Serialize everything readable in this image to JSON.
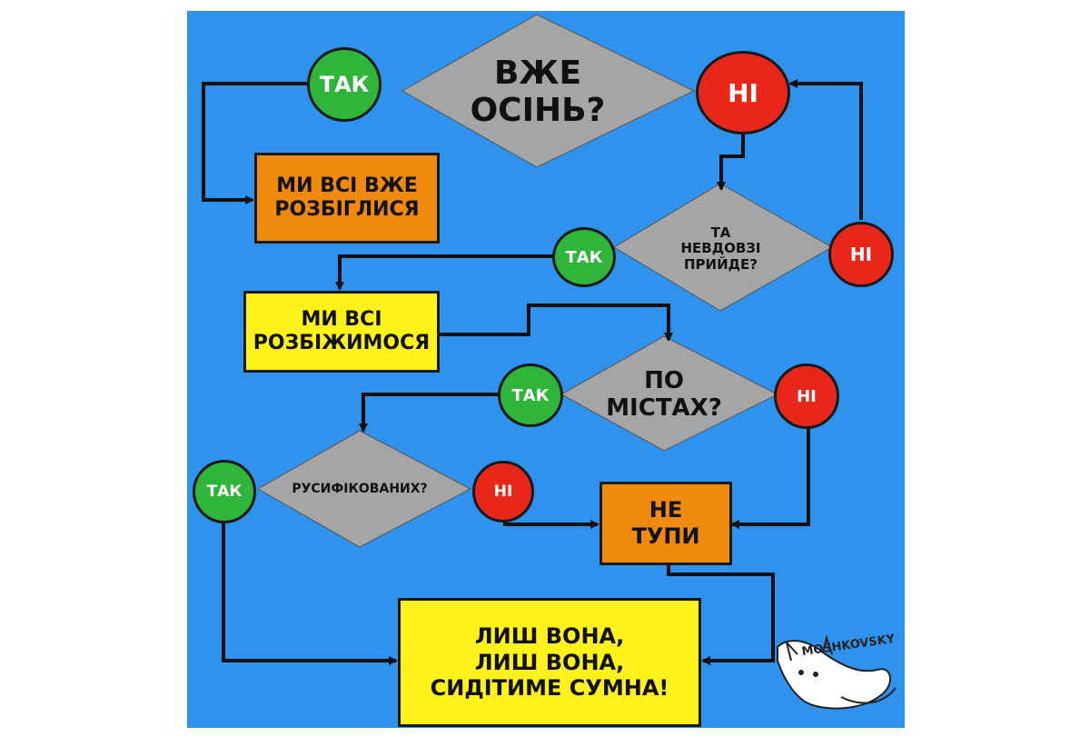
{
  "q1": "ВЖЕ\nОСІНЬ?",
  "q2": "ТА\nНЕВДОВЗІ\nПРИЙДЕ?",
  "q3": "ПО\nМІСТАХ?",
  "q4": "РУСИФІКОВАНИХ?",
  "yes": "ТАК",
  "no": "НІ",
  "box_all_fled": "МИ ВСІ ВЖЕ\nРОЗБІГЛИСЯ",
  "box_will_flee": "МИ ВСІ\nРОЗБІЖИМОСЯ",
  "box_dont_be_dumb": "НЕ\nТУПИ",
  "box_final": "ЛИШ ВОНА,\nЛИШ ВОНА,\nСИДІТИМЕ СУМНА!",
  "signature": "MOSHKOVSKY",
  "colors": {
    "background": "#2f93ee",
    "diamond": "#a5a5a5",
    "yes": "#2fb63a",
    "no": "#e8261a",
    "orange_box": "#f08a0e",
    "yellow_box": "#fff21a"
  }
}
